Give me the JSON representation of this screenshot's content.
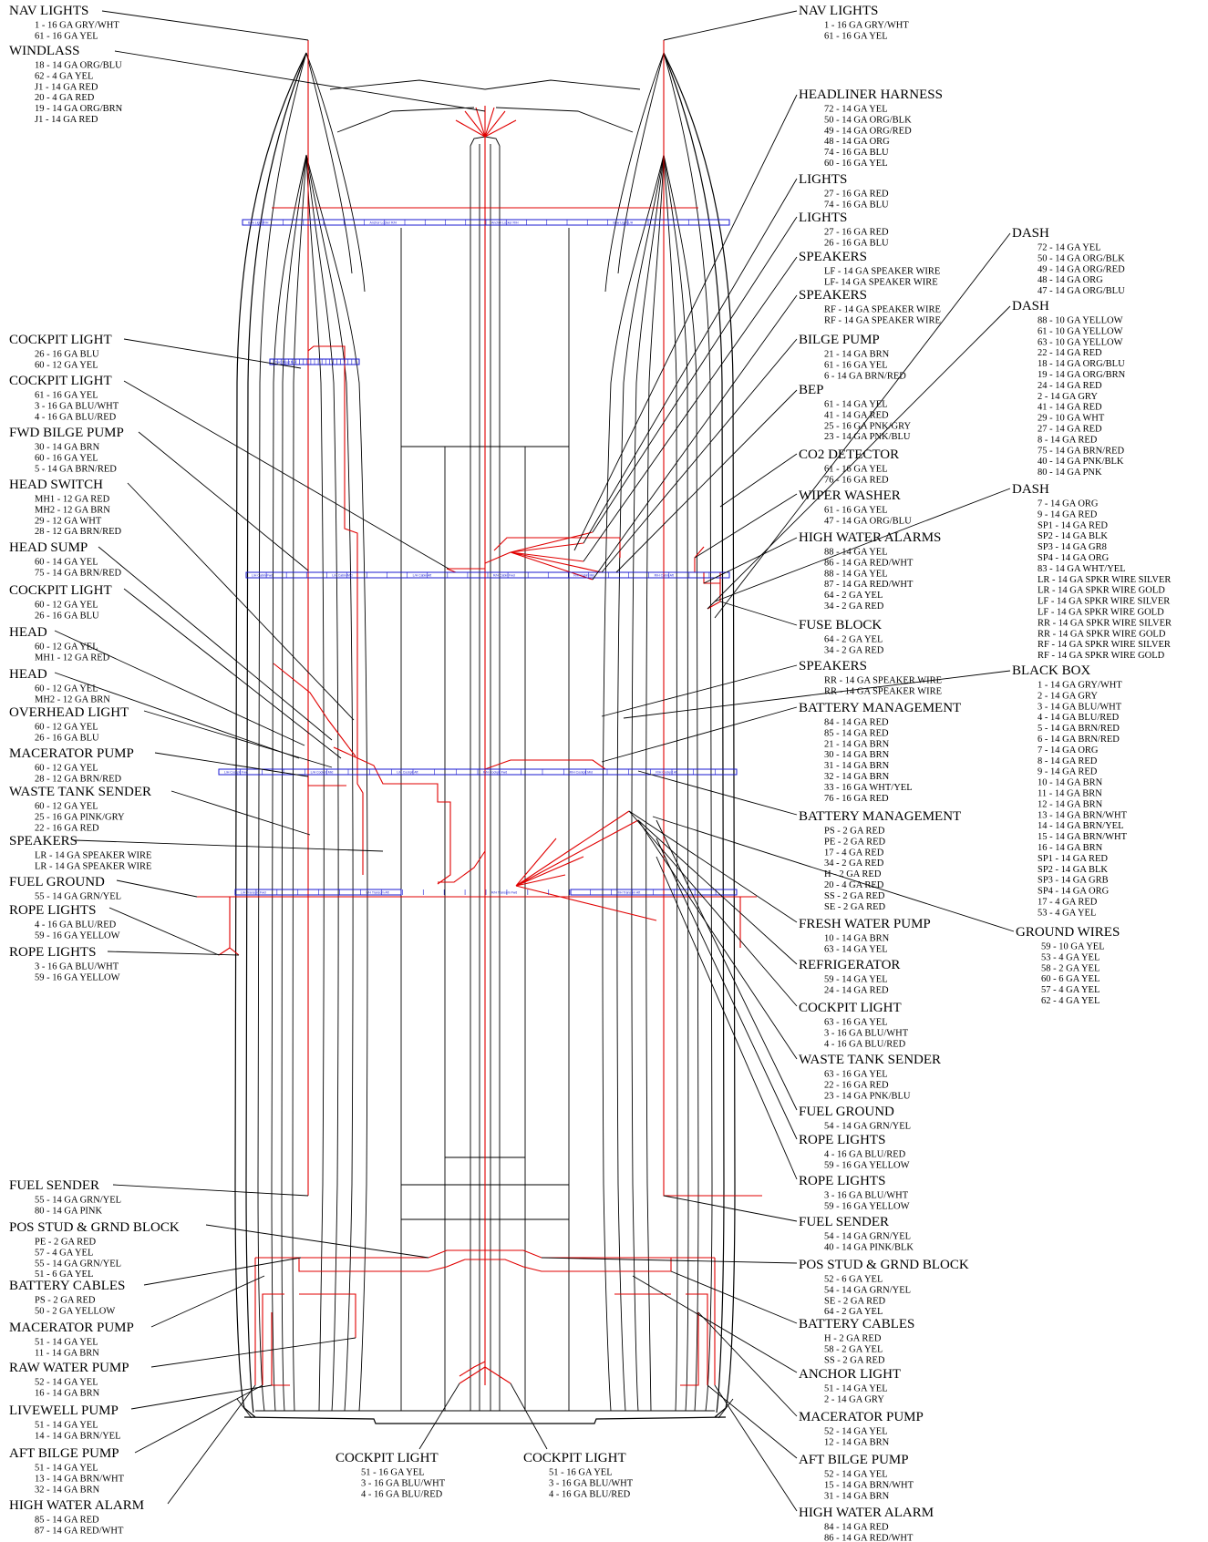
{
  "labels": [
    {
      "id": "l-nav",
      "side": "L",
      "title": "NAV LIGHTS",
      "wires": [
        "1 - 16 GA GRY/WHT",
        "61 - 16 GA YEL"
      ]
    },
    {
      "id": "l-windlass",
      "side": "L",
      "title": "WINDLASS",
      "wires": [
        "18 - 14 GA ORG/BLU",
        "62 - 4 GA YEL",
        "J1 - 14 GA RED",
        "20 - 4 GA RED",
        "19 - 14 GA ORG/BRN",
        "J1 - 14 GA RED"
      ]
    },
    {
      "id": "l-cockpit1",
      "side": "L",
      "title": "COCKPIT LIGHT",
      "wires": [
        "26 - 16 GA BLU",
        "60 - 12 GA YEL"
      ]
    },
    {
      "id": "l-cockpit2",
      "side": "L",
      "title": "COCKPIT LIGHT",
      "wires": [
        "61 - 16 GA YEL",
        "3 - 16 GA BLU/WHT",
        "4 - 16 GA BLU/RED"
      ]
    },
    {
      "id": "l-fwdbilge",
      "side": "L",
      "title": "FWD BILGE PUMP",
      "wires": [
        "30 - 14 GA BRN",
        "60 - 16 GA YEL",
        "5 - 14 GA BRN/RED"
      ]
    },
    {
      "id": "l-headswitch",
      "side": "L",
      "title": "HEAD SWITCH",
      "wires": [
        "MH1 - 12 GA RED",
        "MH2 - 12 GA BRN",
        "29 - 12 GA WHT",
        "28 - 12 GA BRN/RED"
      ]
    },
    {
      "id": "l-headsump",
      "side": "L",
      "title": "HEAD SUMP",
      "wires": [
        "60 - 14 GA YEL",
        "75 - 14 GA BRN/RED"
      ]
    },
    {
      "id": "l-cockpit3",
      "side": "L",
      "title": "COCKPIT LIGHT",
      "wires": [
        "60 - 12 GA YEL",
        "26 - 16 GA BLU"
      ]
    },
    {
      "id": "l-head1",
      "side": "L",
      "title": "HEAD",
      "wires": [
        "60 - 12 GA YEL",
        "MH1 - 12 GA RED"
      ]
    },
    {
      "id": "l-head2",
      "side": "L",
      "title": "HEAD",
      "wires": [
        "60 - 12 GA YEL",
        "MH2 - 12 GA BRN"
      ]
    },
    {
      "id": "l-overhead",
      "side": "L",
      "title": "OVERHEAD LIGHT",
      "wires": [
        "60 - 12 GA YEL",
        "26 - 16 GA BLU"
      ]
    },
    {
      "id": "l-macerator1",
      "side": "L",
      "title": "MACERATOR PUMP",
      "wires": [
        "60 - 12 GA YEL",
        "28 - 12 GA BRN/RED"
      ]
    },
    {
      "id": "l-waste1",
      "side": "L",
      "title": "WASTE TANK SENDER",
      "wires": [
        "60 - 12 GA YEL",
        "25 - 16 GA PINK/GRY",
        "22 - 16 GA RED"
      ]
    },
    {
      "id": "l-speakers1",
      "side": "L",
      "title": "SPEAKERS",
      "wires": [
        "LR - 14 GA SPEAKER WIRE",
        "LR - 14 GA SPEAKER WIRE"
      ]
    },
    {
      "id": "l-fuelgnd1",
      "side": "L",
      "title": "FUEL GROUND",
      "wires": [
        "55 - 14 GA GRN/YEL"
      ]
    },
    {
      "id": "l-rope1",
      "side": "L",
      "title": "ROPE LIGHTS",
      "wires": [
        "4 - 16 GA BLU/RED",
        "59 - 16 GA YELLOW"
      ]
    },
    {
      "id": "l-rope2",
      "side": "L",
      "title": "ROPE LIGHTS",
      "wires": [
        "3 - 16 GA BLU/WHT",
        "59 - 16 GA YELLOW"
      ]
    },
    {
      "id": "l-fuelsender1",
      "side": "L",
      "title": "FUEL SENDER",
      "wires": [
        "55 - 14 GA GRN/YEL",
        "80 - 14 GA PINK"
      ]
    },
    {
      "id": "l-posstud1",
      "side": "L",
      "title": "POS STUD & GRND BLOCK",
      "wires": [
        "PE - 2 GA RED",
        "57 - 4 GA YEL",
        "55 - 14 GA GRN/YEL",
        "51 - 6 GA YEL"
      ]
    },
    {
      "id": "l-battcables1",
      "side": "L",
      "title": "BATTERY CABLES",
      "wires": [
        "PS - 2 GA RED",
        "50 - 2 GA YELLOW"
      ]
    },
    {
      "id": "l-macerator2",
      "side": "L",
      "title": "MACERATOR PUMP",
      "wires": [
        "51 - 14 GA YEL",
        "11 - 14 GA BRN"
      ]
    },
    {
      "id": "l-rawwater",
      "side": "L",
      "title": "RAW WATER PUMP",
      "wires": [
        "52 - 14 GA YEL",
        "16 - 14 GA BRN"
      ]
    },
    {
      "id": "l-livewell",
      "side": "L",
      "title": "LIVEWELL PUMP",
      "wires": [
        "51 - 14 GA YEL",
        "14 - 14 GA BRN/YEL"
      ]
    },
    {
      "id": "l-aftbilge1",
      "side": "L",
      "title": "AFT BILGE PUMP",
      "wires": [
        "51 - 14 GA YEL",
        "13 - 14 GA BRN/WHT",
        "32 - 14 GA BRN"
      ]
    },
    {
      "id": "l-hwa1",
      "side": "L",
      "title": "HIGH WATER ALARM",
      "wires": [
        "85 - 14 GA RED",
        "87 - 14 GA RED/WHT"
      ]
    },
    {
      "id": "c-cockpit4",
      "side": "C",
      "title": "COCKPIT LIGHT",
      "wires": [
        "51 - 16 GA YEL",
        "3 - 16 GA BLU/WHT",
        "4 - 16 GA BLU/RED"
      ]
    },
    {
      "id": "c-cockpit5",
      "side": "C",
      "title": "COCKPIT LIGHT",
      "wires": [
        "51 - 16 GA YEL",
        "3 - 16 GA BLU/WHT",
        "4 - 16 GA BLU/RED"
      ]
    },
    {
      "id": "r-nav",
      "side": "R",
      "title": "NAV LIGHTS",
      "wires": [
        "1 - 16 GA GRY/WHT",
        "61 - 16 GA YEL"
      ]
    },
    {
      "id": "r-headliner",
      "side": "R",
      "title": "HEADLINER HARNESS",
      "wires": [
        "72 - 14 GA YEL",
        "50 - 14 GA ORG/BLK",
        "49 - 14 GA ORG/RED",
        "48 - 14 GA ORG",
        "74 - 16 GA BLU",
        "60 - 16 GA YEL"
      ]
    },
    {
      "id": "r-lights1",
      "side": "R",
      "title": "LIGHTS",
      "wires": [
        "27 - 16 GA RED",
        "74 - 16 GA BLU"
      ]
    },
    {
      "id": "r-lights2",
      "side": "R",
      "title": "LIGHTS",
      "wires": [
        "27 - 16 GA RED",
        "26 - 16 GA BLU"
      ]
    },
    {
      "id": "r-speakers1",
      "side": "R",
      "title": "SPEAKERS",
      "wires": [
        "LF - 14 GA SPEAKER WIRE",
        "LF- 14 GA SPEAKER WIRE"
      ]
    },
    {
      "id": "r-speakers2",
      "side": "R",
      "title": "SPEAKERS",
      "wires": [
        "RF - 14 GA SPEAKER WIRE",
        "RF - 14 GA SPEAKER WIRE"
      ]
    },
    {
      "id": "r-bilge",
      "side": "R",
      "title": "BILGE PUMP",
      "wires": [
        "21 - 14 GA BRN",
        "61 - 16 GA YEL",
        "6 - 14 GA BRN/RED"
      ]
    },
    {
      "id": "r-bep",
      "side": "R",
      "title": "BEP",
      "wires": [
        "61 - 14 GA YEL",
        "41 - 14 GA RED",
        "25 - 16 GA PNK/GRY",
        "23 - 14 GA PNK/BLU"
      ]
    },
    {
      "id": "r-co2",
      "side": "R",
      "title": "CO2 DETECTOR",
      "wires": [
        "61 - 16 GA YEL",
        "76 - 16 GA RED"
      ]
    },
    {
      "id": "r-wiper",
      "side": "R",
      "title": "WIPER WASHER",
      "wires": [
        "61 - 16 GA YEL",
        "47 - 14 GA ORG/BLU"
      ]
    },
    {
      "id": "r-hwa-multi",
      "side": "R",
      "title": "HIGH WATER ALARMS",
      "wires": [
        "88 - 14 GA YEL",
        "86 - 14 GA RED/WHT",
        "88 - 14 GA YEL",
        "87 - 14 GA RED/WHT",
        "64 - 2 GA YEL",
        "34 - 2 GA RED"
      ]
    },
    {
      "id": "r-fuse",
      "side": "R",
      "title": "FUSE BLOCK",
      "wires": [
        "64 - 2 GA YEL",
        "34 - 2 GA RED"
      ]
    },
    {
      "id": "r-speakers3",
      "side": "R",
      "title": "SPEAKERS",
      "wires": [
        "RR - 14 GA SPEAKER WIRE",
        "RR - 14 GA SPEAKER WIRE"
      ]
    },
    {
      "id": "r-battmgmt1",
      "side": "R",
      "title": "BATTERY MANAGEMENT",
      "wires": [
        "84 - 14 GA RED",
        "85 - 14 GA RED",
        "21 - 14 GA BRN",
        "30 - 14 GA BRN",
        "31 - 14 GA BRN",
        "32 - 14 GA BRN",
        "33 - 16 GA WHT/YEL",
        "76 - 16 GA RED"
      ]
    },
    {
      "id": "r-battmgmt2",
      "side": "R",
      "title": "BATTERY MANAGEMENT",
      "wires": [
        "PS - 2 GA RED",
        "PE - 2 GA RED",
        "17 - 4 GA RED",
        "34 - 2 GA RED",
        "H - 2 GA RED",
        "20 - 4 GA RED",
        "SS - 2 GA RED",
        "SE - 2 GA RED"
      ]
    },
    {
      "id": "r-freshwater",
      "side": "R",
      "title": "FRESH WATER PUMP",
      "wires": [
        "10 - 14 GA BRN",
        "63 - 14 GA YEL"
      ]
    },
    {
      "id": "r-fridge",
      "side": "R",
      "title": "REFRIGERATOR",
      "wires": [
        "59 - 14 GA YEL",
        "24 - 14 GA RED"
      ]
    },
    {
      "id": "r-cockpit",
      "side": "R",
      "title": "COCKPIT LIGHT",
      "wires": [
        "63 - 16 GA YEL",
        "3 - 16 GA BLU/WHT",
        "4 - 16 GA BLU/RED"
      ]
    },
    {
      "id": "r-waste",
      "side": "R",
      "title": "WASTE TANK SENDER",
      "wires": [
        "63 - 16 GA YEL",
        "22 - 16 GA RED",
        "23 - 14 GA PNK/BLU"
      ]
    },
    {
      "id": "r-fuelgnd",
      "side": "R",
      "title": "FUEL GROUND",
      "wires": [
        "54 - 14 GA GRN/YEL"
      ]
    },
    {
      "id": "r-rope1",
      "side": "R",
      "title": "ROPE LIGHTS",
      "wires": [
        "4 - 16 GA BLU/RED",
        "59 - 16 GA YELLOW"
      ]
    },
    {
      "id": "r-rope2",
      "side": "R",
      "title": "ROPE LIGHTS",
      "wires": [
        "3 - 16 GA BLU/WHT",
        "59 - 16 GA YELLOW"
      ]
    },
    {
      "id": "r-fuelsender",
      "side": "R",
      "title": "FUEL SENDER",
      "wires": [
        "54 - 14 GA GRN/YEL",
        "40 - 14 GA PINK/BLK"
      ]
    },
    {
      "id": "r-posstud",
      "side": "R",
      "title": "POS STUD & GRND BLOCK",
      "wires": [
        "52 - 6 GA YEL",
        "54 - 14 GA GRN/YEL",
        "SE - 2 GA RED",
        "64 - 2 GA YEL"
      ]
    },
    {
      "id": "r-battcables",
      "side": "R",
      "title": "BATTERY CABLES",
      "wires": [
        "H - 2 GA RED",
        "58 - 2 GA YEL",
        "SS - 2 GA RED"
      ]
    },
    {
      "id": "r-anchor",
      "side": "R",
      "title": "ANCHOR LIGHT",
      "wires": [
        "51 - 14 GA YEL",
        "2 - 14 GA GRY"
      ]
    },
    {
      "id": "r-macerator",
      "side": "R",
      "title": "MACERATOR PUMP",
      "wires": [
        "52 - 14 GA YEL",
        "12 - 14 GA BRN"
      ]
    },
    {
      "id": "r-aftbilge",
      "side": "R",
      "title": "AFT BILGE PUMP",
      "wires": [
        "52 - 14 GA YEL",
        "15 - 14 GA BRN/WHT",
        "31 - 14 GA BRN"
      ]
    },
    {
      "id": "r-hwa",
      "side": "R",
      "title": "HIGH WATER ALARM",
      "wires": [
        "84 - 14 GA RED",
        "86 - 14 GA RED/WHT"
      ]
    },
    {
      "id": "f-dash1",
      "side": "F",
      "title": "DASH",
      "wires": [
        "72 - 14 GA YEL",
        "50 - 14 GA ORG/BLK",
        "49 - 14 GA ORG/RED",
        "48 - 14 GA ORG",
        "47 - 14 GA ORG/BLU"
      ]
    },
    {
      "id": "f-dash2",
      "side": "F",
      "title": "DASH",
      "wires": [
        "88 - 10 GA YELLOW",
        "61 - 10 GA YELLOW",
        "63 - 10 GA YELLOW",
        "22 - 14 GA RED",
        "18 - 14 GA ORG/BLU",
        "19 - 14 GA ORG/BRN",
        "24 - 14 GA RED",
        "2 - 14 GA GRY",
        "41 - 14 GA RED",
        "29 - 10 GA WHT",
        "27 - 14 GA RED",
        "8 - 14 GA RED",
        "75 - 14 GA BRN/RED",
        "40 - 14 GA PNK/BLK",
        "80 - 14 GA PNK"
      ]
    },
    {
      "id": "f-dash3",
      "side": "F",
      "title": "DASH",
      "wires": [
        "7 - 14 GA ORG",
        "9 - 14 GA RED",
        "SP1 - 14 GA RED",
        "SP2 - 14 GA BLK",
        "SP3 - 14 GA GR8",
        "SP4 - 14 GA ORG",
        "83 - 14 GA WHT/YEL",
        "LR - 14 GA SPKR WIRE SILVER",
        "LR - 14 GA SPKR WIRE GOLD",
        "LF - 14 GA SPKR WIRE SILVER",
        "LF - 14 GA SPKR WIRE GOLD",
        "RR - 14 GA SPKR WIRE SILVER",
        "RR - 14 GA SPKR WIRE GOLD",
        "RF - 14 GA SPKR WIRE SILVER",
        "RF - 14 GA SPKR WIRE GOLD"
      ]
    },
    {
      "id": "f-blackbox",
      "side": "F",
      "title": "BLACK BOX",
      "wires": [
        "1 - 14 GA GRY/WHT",
        "2 - 14 GA GRY",
        "3 - 14 GA BLU/WHT",
        "4 - 14 GA BLU/RED",
        "5 - 14 GA BRN/RED",
        "6 - 14 GA BRN/RED",
        "7 - 14 GA ORG",
        "8 - 14 GA RED",
        "9 - 14 GA RED",
        "10 - 14 GA BRN",
        "11 - 14 GA BRN",
        "12 - 14 GA BRN",
        "13 - 14 GA BRN/WHT",
        "14 - 14 GA BRN/YEL",
        "15 - 14 GA BRN/WHT",
        "16 - 14 GA BRN",
        "SP1 - 14 GA RED",
        "SP2 - 14 GA BLK",
        "SP3 - 14 GA GRB",
        "SP4 - 14 GA ORG",
        "17 - 4 GA RED",
        "53 - 4 GA YEL"
      ]
    },
    {
      "id": "f-ground",
      "side": "F",
      "title": "GROUND WIRES",
      "wires": [
        "59 - 10 GA YEL",
        "53 - 4 GA YEL",
        "58 - 2 GA YEL",
        "60 - 6 GA YEL",
        "57 - 4 GA YEL",
        "62 - 4 GA YEL"
      ]
    }
  ],
  "connectors": [
    [
      "Bow Light R/H",
      "Anchor Locker R/H",
      "Anchor Locker R/H",
      "Bow Light L/H"
    ],
    [
      "Fwd Head R/H"
    ],
    [
      "L/H Cabin Fwd",
      "L/H Cabin Mid",
      "L/H Cabin Aft",
      "R/H Cabin Fwd",
      "R/H Cabin Mid",
      "R/H Cabin Aft"
    ],
    [
      "L/H Cockpit Fwd",
      "L/H Cockpit Mid",
      "L/H Cockpit Aft",
      "R/H Cockpit Fwd",
      "R/H Cockpit Mid",
      "R/H Cockpit Aft"
    ],
    [
      "L/H Transom Fwd",
      "L/H Transom Aft",
      "R/H Transom Fwd",
      "R/H Transom Aft"
    ]
  ]
}
